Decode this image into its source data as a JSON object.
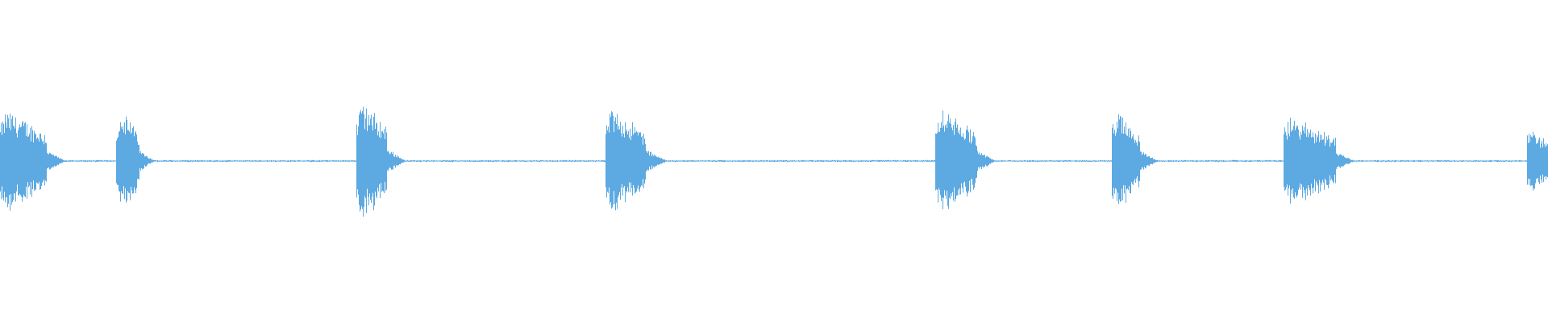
{
  "waveform": {
    "color": "#5DA9E1",
    "background": "#FFFFFF",
    "duration_fraction_note": "",
    "bursts": [
      {
        "start": 0.0,
        "attack": 0.004,
        "length": 0.03,
        "peak": 0.75,
        "tail": 0.012
      },
      {
        "start": 0.075,
        "attack": 0.003,
        "length": 0.015,
        "peak": 0.75,
        "tail": 0.01
      },
      {
        "start": 0.23,
        "attack": 0.004,
        "length": 0.02,
        "peak": 0.88,
        "tail": 0.012
      },
      {
        "start": 0.391,
        "attack": 0.004,
        "length": 0.026,
        "peak": 0.77,
        "tail": 0.014
      },
      {
        "start": 0.604,
        "attack": 0.004,
        "length": 0.027,
        "peak": 0.76,
        "tail": 0.012
      },
      {
        "start": 0.718,
        "attack": 0.003,
        "length": 0.018,
        "peak": 0.73,
        "tail": 0.012
      },
      {
        "start": 0.829,
        "attack": 0.004,
        "length": 0.034,
        "peak": 0.65,
        "tail": 0.012
      },
      {
        "start": 0.986,
        "attack": 0.002,
        "length": 0.014,
        "peak": 0.5,
        "tail": 0.004
      }
    ]
  }
}
